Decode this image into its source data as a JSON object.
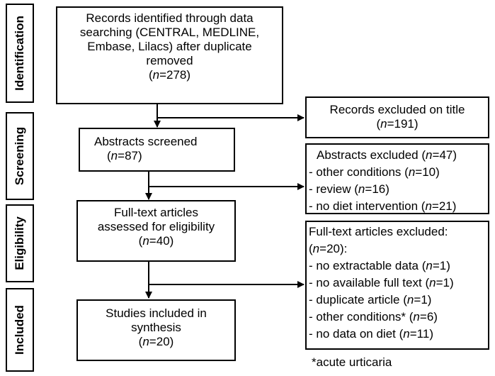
{
  "stages": [
    "Identification",
    "Screening",
    "Eligibility",
    "Included"
  ],
  "main_boxes": {
    "identified": {
      "lines": [
        "Records identified through data",
        "searching (CENTRAL, MEDLINE,",
        "Embase, Lilacs) after duplicate",
        "removed"
      ],
      "n": "278"
    },
    "abstracts": {
      "lines": [
        "Abstracts screened"
      ],
      "n": "87"
    },
    "fulltext": {
      "lines": [
        "Full-text articles",
        "assessed for eligibility"
      ],
      "n": "40"
    },
    "included": {
      "lines": [
        "Studies included in",
        "synthesis"
      ],
      "n": "20"
    }
  },
  "excluded_boxes": {
    "title": {
      "line1": "Records excluded on title",
      "n": "191"
    },
    "abstracts": {
      "header": "Abstracts excluded",
      "header_n": "47",
      "items": [
        {
          "label": "other conditions",
          "n": "10"
        },
        {
          "label": "review",
          "n": "16"
        },
        {
          "label": "no diet intervention",
          "n": "21"
        }
      ]
    },
    "fulltext": {
      "header": "Full-text articles excluded:",
      "header_n": "20",
      "items": [
        {
          "label": "no extractable data",
          "n": "1"
        },
        {
          "label": "no available full text",
          "n": "1"
        },
        {
          "label": "duplicate article",
          "n": "1"
        },
        {
          "label": "other conditions*",
          "n": "6"
        },
        {
          "label": "no data on diet",
          "n": "11"
        }
      ]
    }
  },
  "footnote": "*acute urticaria"
}
